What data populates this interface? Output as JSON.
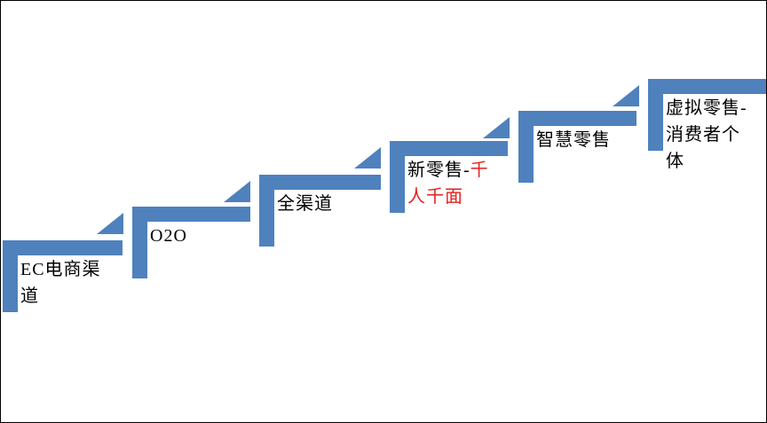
{
  "diagram": {
    "type": "step-up-process",
    "bar_color": "#4F81BD",
    "background": "#ffffff",
    "border_color": "#000000",
    "text_color": "#000000",
    "highlight_color": "#e51f1f",
    "steps": [
      {
        "text": "EC电商渠道",
        "text_red": ""
      },
      {
        "text": "O2O",
        "text_red": ""
      },
      {
        "text": "全渠道",
        "text_red": ""
      },
      {
        "text": "新零售-",
        "text_red": "千人千面"
      },
      {
        "text": "智慧零售",
        "text_red": ""
      },
      {
        "text": "虚拟零售-消费者个体",
        "text_red": ""
      }
    ]
  }
}
